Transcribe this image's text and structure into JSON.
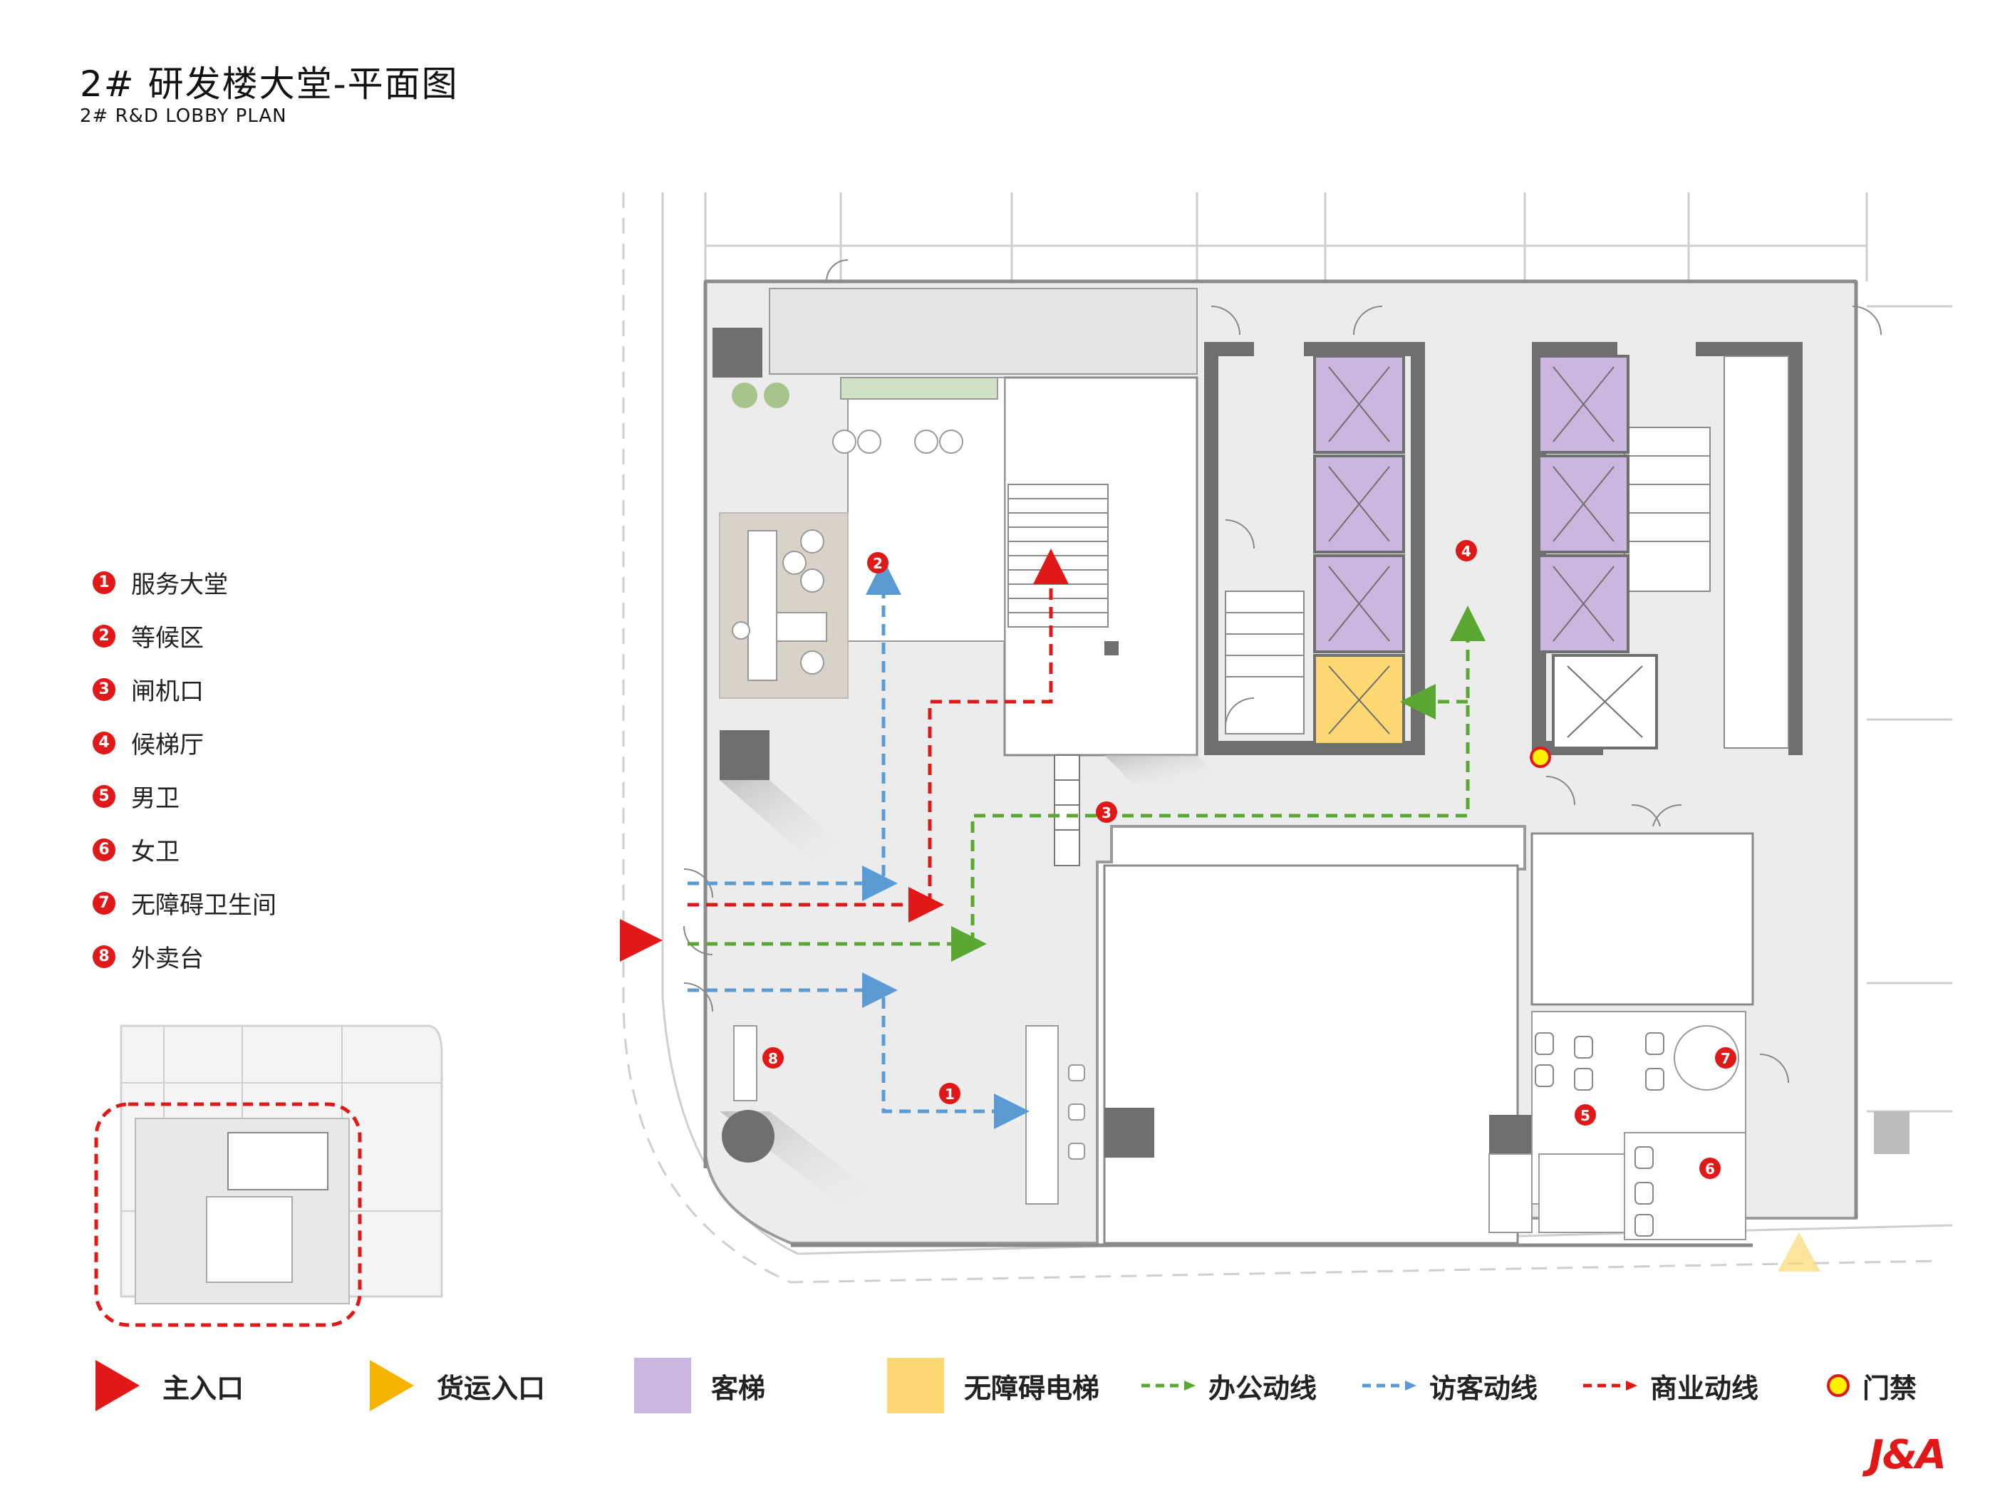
{
  "header": {
    "title_cn": "2# 研发楼大堂-平面图",
    "title_en": "2# R&D LOBBY PLAN"
  },
  "legend": [
    {
      "num": "1",
      "label": "服务大堂"
    },
    {
      "num": "2",
      "label": "等候区"
    },
    {
      "num": "3",
      "label": "闸机口"
    },
    {
      "num": "4",
      "label": "候梯厅"
    },
    {
      "num": "5",
      "label": "男卫"
    },
    {
      "num": "6",
      "label": "女卫"
    },
    {
      "num": "7",
      "label": "无障碍卫生间"
    },
    {
      "num": "8",
      "label": "外卖台"
    }
  ],
  "markers": {
    "m1": "1",
    "m2": "2",
    "m3": "3",
    "m4": "4",
    "m5": "5",
    "m6": "6",
    "m7": "7",
    "m8": "8"
  },
  "bottom_legend": {
    "main_entrance": "主入口",
    "freight_entrance": "货运入口",
    "passenger_elevator": "客梯",
    "accessible_elevator": "无障碍电梯",
    "office_route": "办公动线",
    "visitor_route": "访客动线",
    "commercial_route": "商业动线",
    "access_control": "门禁"
  },
  "colors": {
    "red": "#e01818",
    "orange": "#f5b400",
    "purple": "#cbb6e0",
    "yellow": "#fbd872",
    "green": "#5aa832",
    "blue": "#5a9bd4",
    "floor": "#ececec",
    "wall": "#777777"
  },
  "logo": "J&A"
}
